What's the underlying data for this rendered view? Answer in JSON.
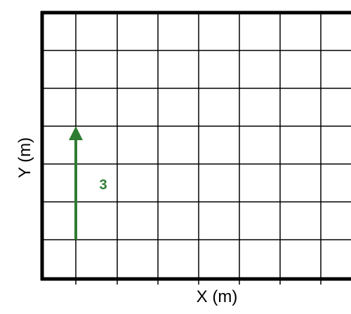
{
  "diagram": {
    "x_axis_label": "X (m)",
    "y_axis_label": "Y (m)",
    "grid_columns": 8,
    "grid_rows": 7,
    "vector": {
      "label": "3",
      "direction": "up",
      "color": "#2e7d32",
      "tail_grid": [
        1,
        1
      ],
      "head_grid": [
        1,
        4
      ]
    }
  }
}
